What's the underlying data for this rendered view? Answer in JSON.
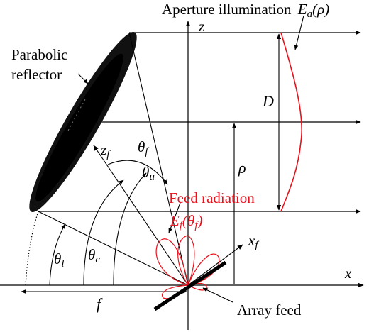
{
  "labels": {
    "aperture_text": "Aperture illumination",
    "aperture_sym": "E",
    "aperture_sub": "a",
    "aperture_arg": "(ρ)",
    "parabolic": "Parabolic",
    "reflector": "reflector",
    "z": "z",
    "zf": "z",
    "zf_sub": "f",
    "theta": "θ",
    "theta_f_sub": "f",
    "theta_u_sub": "u",
    "theta_l_sub": "l",
    "theta_c_sub": "c",
    "D": "D",
    "rho": "ρ",
    "feed_radiation": "Feed radiation",
    "feed_sym": "E",
    "feed_sub": "f",
    "feed_arg_open": "(θ",
    "feed_arg_sub": "f",
    "feed_arg_close": ")",
    "xf": "x",
    "xf_sub": "f",
    "x": "x",
    "f": "f",
    "array_feed": "Array feed"
  },
  "colors": {
    "ink": "#000000",
    "accent": "#e8121c"
  }
}
